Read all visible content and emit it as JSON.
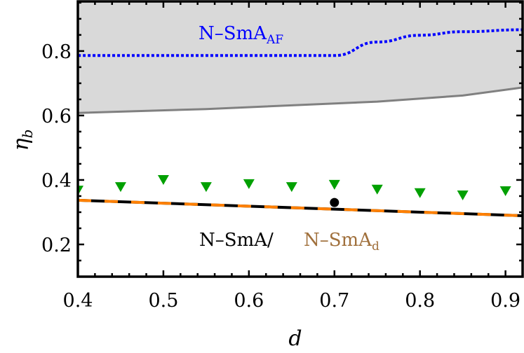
{
  "chart_data": {
    "type": "scatter",
    "title": "",
    "xlabel": "d",
    "ylabel": "η_b",
    "ylabel_main": "η",
    "ylabel_sub": "b",
    "xlim": [
      0.4,
      0.92
    ],
    "ylim": [
      0.1,
      0.954
    ],
    "grid": false,
    "x_ticks": [
      0.4,
      0.5,
      0.6,
      0.7,
      0.8,
      0.9
    ],
    "x_tick_labels": [
      "0.4",
      "0.5",
      "0.6",
      "0.7",
      "0.8",
      "0.9"
    ],
    "y_ticks": [
      0.2,
      0.4,
      0.6,
      0.8
    ],
    "y_tick_labels": [
      "0.2",
      "0.4",
      "0.6",
      "0.8"
    ],
    "series": [
      {
        "name": "N–SmA_AF boundary",
        "style": "dotted",
        "color": "#0000ff",
        "x": [
          0.4,
          0.5,
          0.6,
          0.7,
          0.75,
          0.8,
          0.85,
          0.92
        ],
        "y": [
          0.786,
          0.786,
          0.786,
          0.786,
          0.828,
          0.849,
          0.86,
          0.866
        ]
      },
      {
        "name": "Shaded region lower boundary",
        "style": "solid",
        "color": "#808080",
        "fill": "#d9d9d9",
        "x": [
          0.4,
          0.55,
          0.75,
          0.85,
          0.92
        ],
        "y": [
          0.608,
          0.62,
          0.643,
          0.662,
          0.687
        ]
      },
      {
        "name": "N–SmA / N–SmA_d boundary",
        "style": "dashed",
        "colors": [
          "#000000",
          "#ff8000"
        ],
        "x": [
          0.4,
          0.92
        ],
        "y": [
          0.337,
          0.289
        ]
      },
      {
        "name": "Simulation points",
        "marker": "triangle-down",
        "color": "#00a000",
        "x": [
          0.4,
          0.45,
          0.5,
          0.55,
          0.6,
          0.65,
          0.7,
          0.75,
          0.8,
          0.85,
          0.9
        ],
        "y": [
          0.367,
          0.378,
          0.4,
          0.378,
          0.387,
          0.378,
          0.385,
          0.37,
          0.359,
          0.352,
          0.365
        ]
      },
      {
        "name": "Single point",
        "marker": "circle",
        "color": "#000000",
        "x": [
          0.7
        ],
        "y": [
          0.33
        ]
      }
    ],
    "annotations": [
      {
        "text": "N–SmA_AF",
        "main": "N–SmA",
        "sub": "AF",
        "color": "#0000ff",
        "x": 0.555,
        "y": 0.82
      },
      {
        "text": "N–SmA/",
        "color": "#000000",
        "x": 0.545,
        "y": 0.24
      },
      {
        "text": "N–SmA_d",
        "main": "N–SmA",
        "sub": "d",
        "color": "#a0703c",
        "x": 0.67,
        "y": 0.24
      }
    ]
  }
}
